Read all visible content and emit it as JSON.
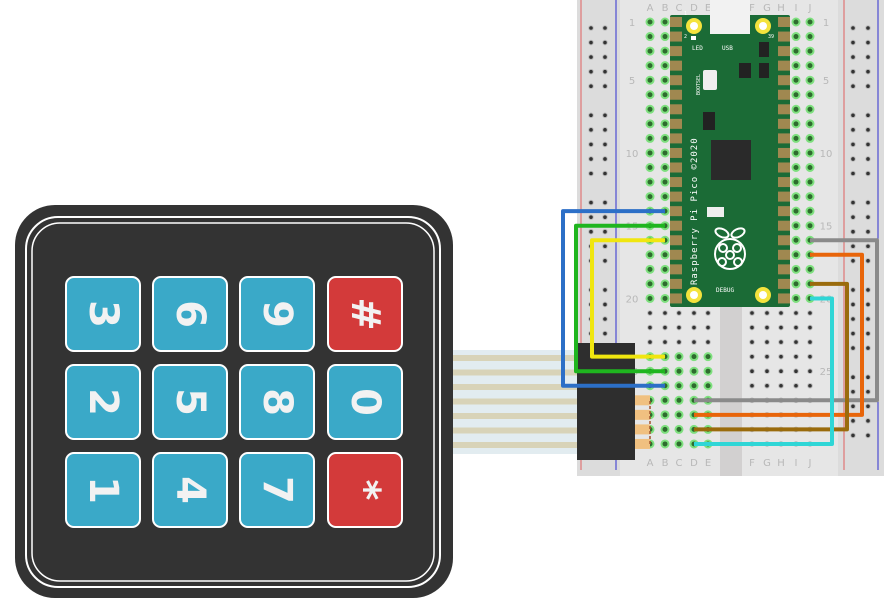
{
  "keypad": {
    "keys": [
      {
        "label": "3",
        "color": "#3aa9c8"
      },
      {
        "label": "6",
        "color": "#3aa9c8"
      },
      {
        "label": "9",
        "color": "#3aa9c8"
      },
      {
        "label": "#",
        "color": "#d33a3a"
      },
      {
        "label": "2",
        "color": "#3aa9c8"
      },
      {
        "label": "5",
        "color": "#3aa9c8"
      },
      {
        "label": "8",
        "color": "#3aa9c8"
      },
      {
        "label": "0",
        "color": "#3aa9c8"
      },
      {
        "label": "1",
        "color": "#3aa9c8"
      },
      {
        "label": "4",
        "color": "#3aa9c8"
      },
      {
        "label": "7",
        "color": "#3aa9c8"
      },
      {
        "label": "*",
        "color": "#d33a3a"
      }
    ]
  },
  "breadboard": {
    "columns_left": [
      "A",
      "B",
      "C",
      "D",
      "E"
    ],
    "columns_right": [
      "F",
      "G",
      "H",
      "I",
      "J"
    ],
    "row_labels": [
      "1",
      "5",
      "10",
      "15",
      "20",
      "25"
    ]
  },
  "pico": {
    "name": "Raspberry Pi Pico ©2020",
    "led_label": "LED",
    "usb_label": "USB",
    "bootsel_label": "BOOTSEL",
    "debug_label": "DEBUG",
    "pin1": "1",
    "pin2": "2",
    "pin39": "39"
  },
  "wires": [
    {
      "name": "blue",
      "color": "#2c6fc7"
    },
    {
      "name": "green",
      "color": "#1fb51f"
    },
    {
      "name": "yellow",
      "color": "#f0e60f"
    },
    {
      "name": "gray",
      "color": "#8a8a8a"
    },
    {
      "name": "orange",
      "color": "#e8650a"
    },
    {
      "name": "brown",
      "color": "#9a6b0c"
    },
    {
      "name": "cyan",
      "color": "#2fd6d6"
    }
  ]
}
